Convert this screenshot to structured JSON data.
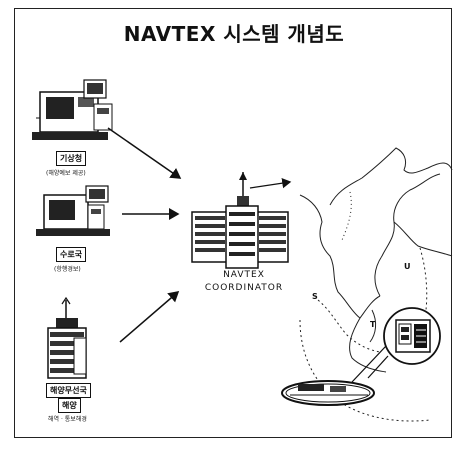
{
  "title": "NAVTEX 시스템 개념도",
  "sources": [
    {
      "label": "기상청",
      "sub": "(해양예보 제공)"
    },
    {
      "label": "수로국",
      "sub": "(항행경보)"
    },
    {
      "label": "해양무선국",
      "sub": "해양",
      "sub2": "해역 · 통보해경"
    }
  ],
  "coordinator": {
    "line1": "NAVTEX",
    "line2": "COORDINATOR"
  },
  "map_letters": [
    "U",
    "S",
    "T"
  ]
}
